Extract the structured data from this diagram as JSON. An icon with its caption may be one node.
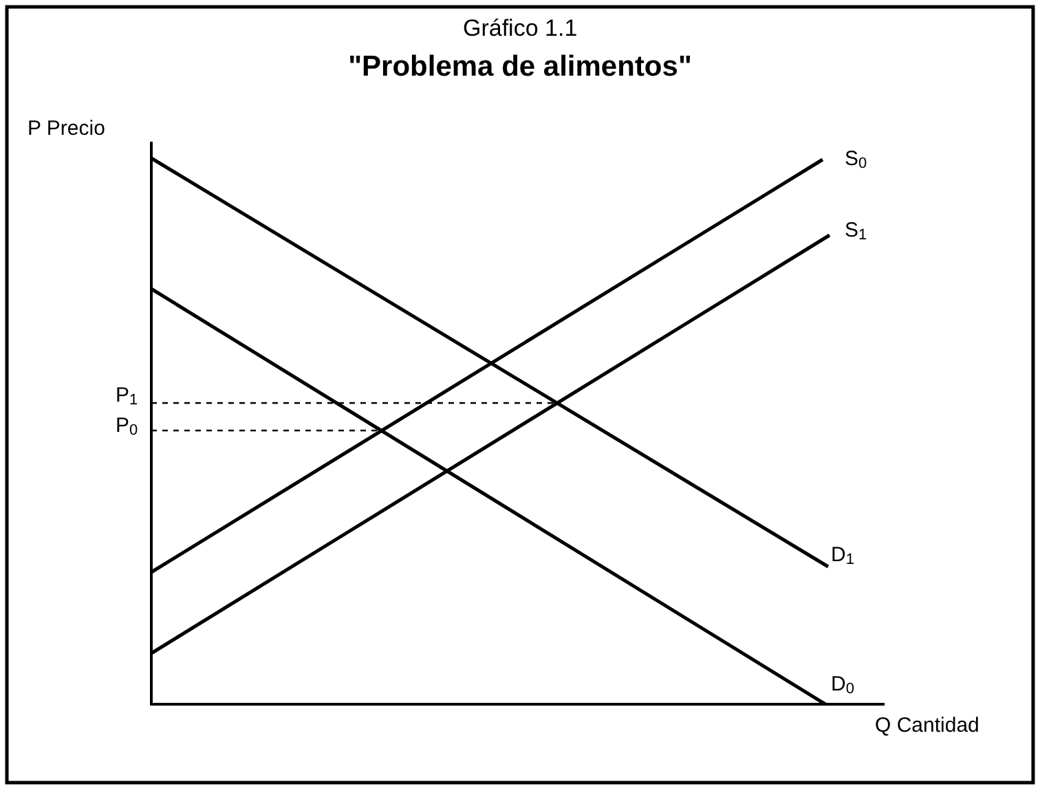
{
  "diagram": {
    "title": "\"Problema de alimentos\"",
    "labels": [
      "Gráfico 1.1",
      "P Precio",
      "S$_{0}$",
      "S$_{1}$",
      "P$_{1}$",
      "P$_{0}$",
      "D$_{1}$",
      "D$_{0}$",
      "Q Cantidad"
    ]
  }
}
